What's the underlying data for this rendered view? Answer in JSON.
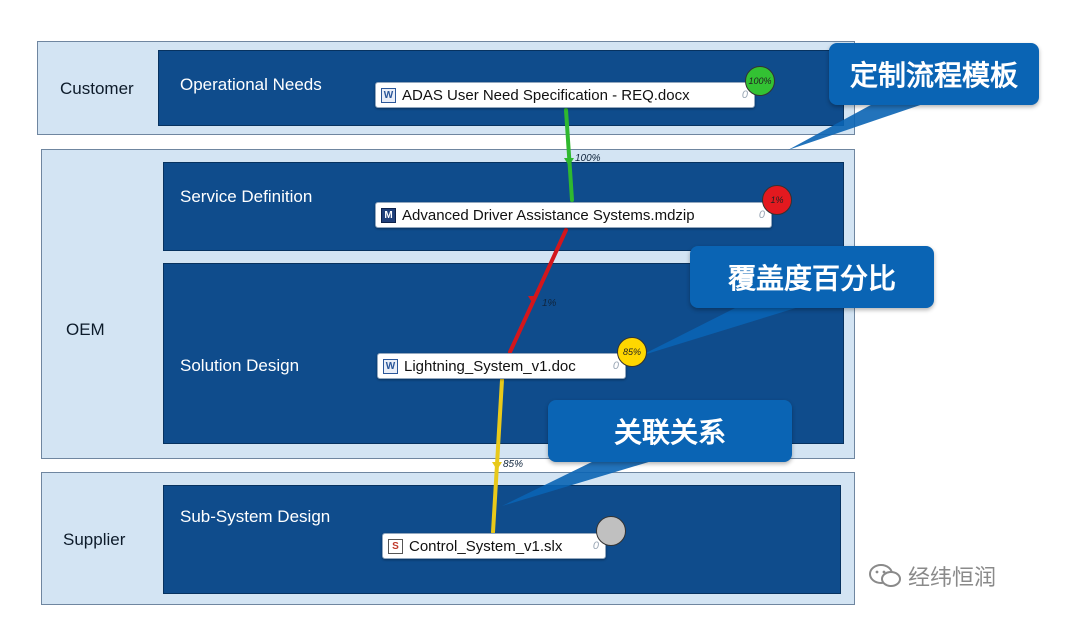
{
  "lanes": {
    "customer": "Customer",
    "oem": "OEM",
    "supplier": "Supplier"
  },
  "stages": {
    "operational_needs": "Operational Needs",
    "service_definition": "Service Definition",
    "solution_design": "Solution Design",
    "subsystem_design": "Sub-System Design"
  },
  "artifacts": [
    {
      "name": "ADAS User Need Specification - REQ.docx",
      "count": "0",
      "coverage": "100%",
      "coverage_color": "#33c233",
      "icon": "word-document-icon"
    },
    {
      "name": "Advanced Driver Assistance Systems.mdzip",
      "count": "0",
      "coverage": "1%",
      "coverage_color": "#e3191f",
      "icon": "model-file-icon"
    },
    {
      "name": "Lightning_System_v1.doc",
      "count": "0",
      "coverage": "85%",
      "coverage_color": "#ffd700",
      "icon": "word-document-icon"
    },
    {
      "name": "Control_System_v1.slx",
      "count": "0",
      "coverage": "",
      "coverage_color": "#c0c0c0",
      "icon": "simulink-file-icon"
    }
  ],
  "links": [
    {
      "label": "100%",
      "color": "#2fb82f"
    },
    {
      "label": "1%",
      "color": "#d3161c"
    },
    {
      "label": "85%",
      "color": "#e8c91a"
    }
  ],
  "callouts": {
    "template": "定制流程模板",
    "coverage": "覆盖度百分比",
    "relation": "关联关系",
    "color": "#0a64b4"
  },
  "watermark": "经纬恒润"
}
